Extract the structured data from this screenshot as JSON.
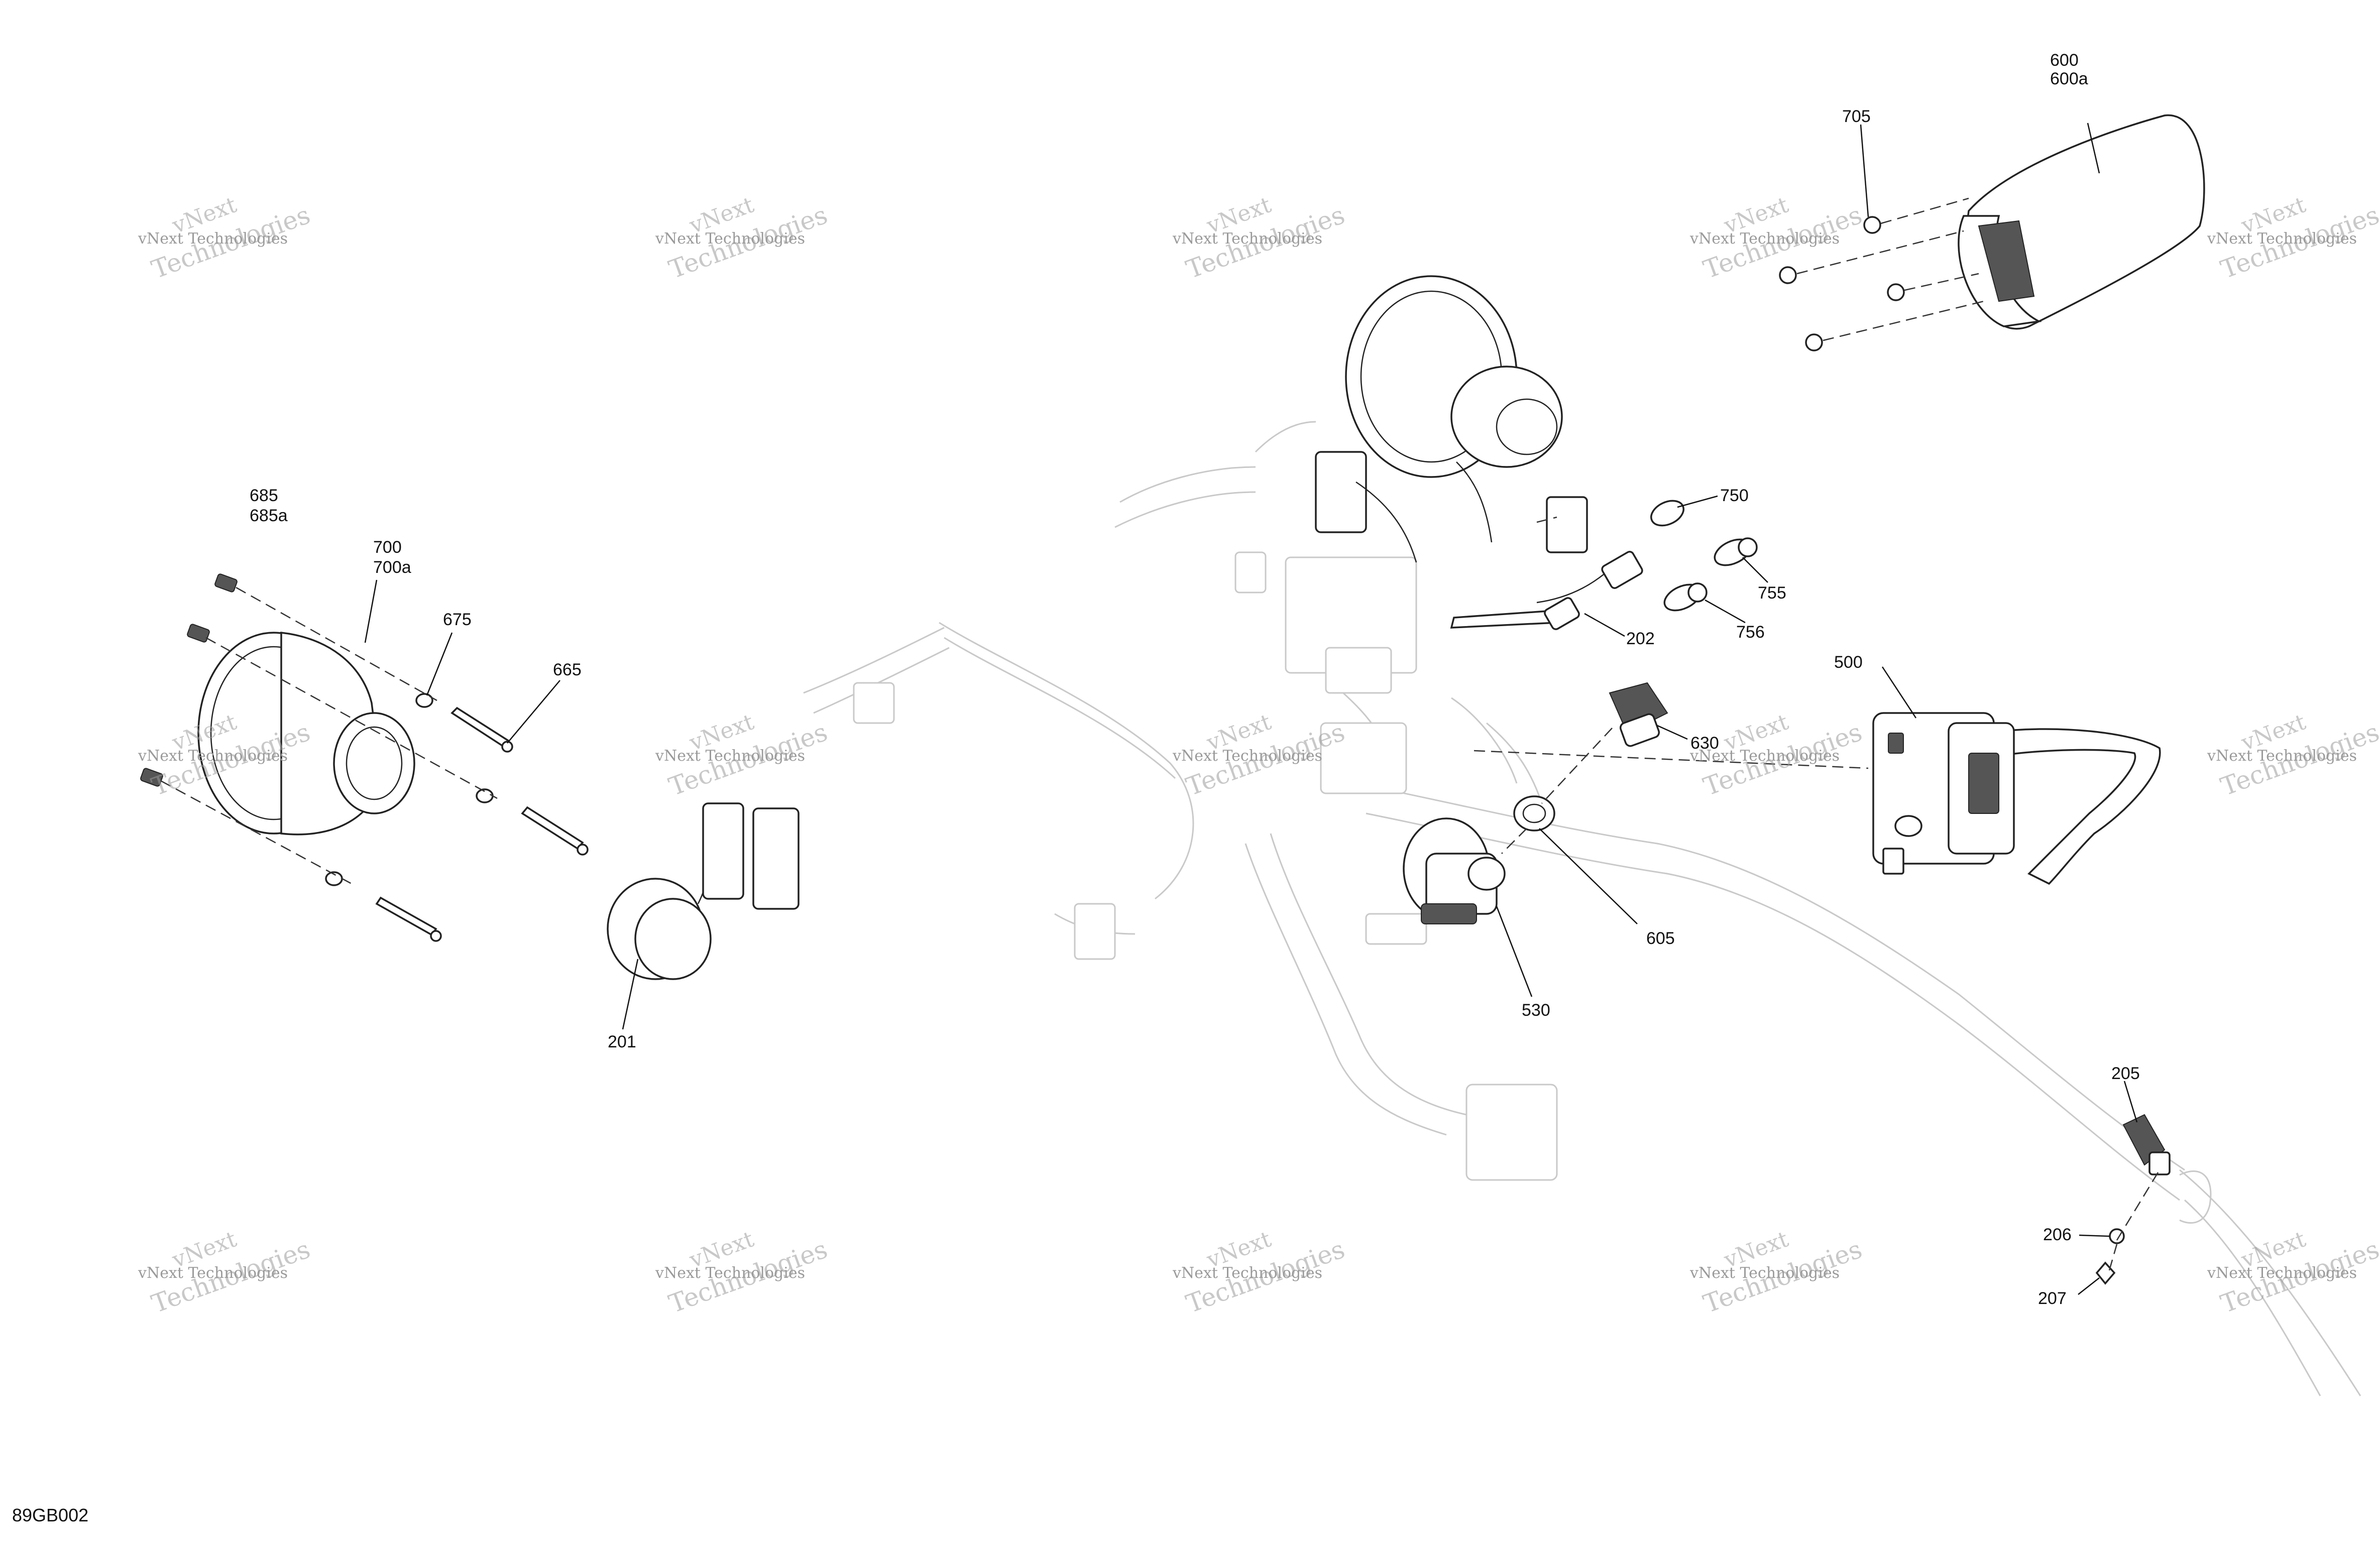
{
  "figure_id": "89GB002",
  "watermark": {
    "line1": "vNext Technologies",
    "line2": "vNext",
    "line3": "Technologies"
  },
  "callouts": {
    "c600": "600",
    "c600a": "600a",
    "c705": "705",
    "c685": "685",
    "c685a": "685a",
    "c700": "700",
    "c700a": "700a",
    "c675": "675",
    "c665": "665",
    "c201": "201",
    "c750": "750",
    "c755": "755",
    "c756": "756",
    "c202": "202",
    "c500": "500",
    "c630": "630",
    "c605": "605",
    "c530": "530",
    "c205": "205",
    "c206": "206",
    "c207": "207"
  }
}
